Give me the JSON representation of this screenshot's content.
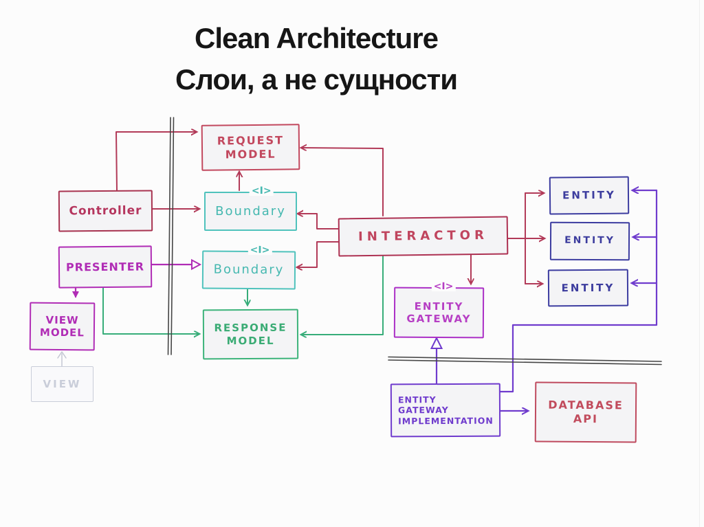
{
  "slide": {
    "title_line1": "Clean Architecture",
    "title_line2": "Слои, а не сущности"
  },
  "diagram": {
    "interface_marker": "<I>",
    "nodes": {
      "request_model": {
        "label": "REQUEST\nMODEL"
      },
      "controller": {
        "label": "Controller"
      },
      "boundary_top": {
        "label": "Boundary"
      },
      "boundary_bottom": {
        "label": "Boundary"
      },
      "presenter": {
        "label": "PRESENTER"
      },
      "view_model": {
        "label": "VIEW\nMODEL"
      },
      "view": {
        "label": "VIEW"
      },
      "response_model": {
        "label": "RESPONSE\nMODEL"
      },
      "interactor": {
        "label": "INTERACTOR"
      },
      "entity_gateway": {
        "label": "ENTITY\nGATEWAY"
      },
      "entity_1": {
        "label": "ENTITY"
      },
      "entity_2": {
        "label": "ENTITY"
      },
      "entity_3": {
        "label": "ENTITY"
      },
      "entity_gateway_implementation": {
        "label": "ENTITY\nGATEWAY\nIMPLEMENTATION"
      },
      "database_api": {
        "label": "DATABASE\nAPI"
      }
    },
    "colors": {
      "crimson": "#b23a58",
      "teal": "#4fc2bc",
      "green": "#37ad79",
      "magenta": "#b02cb5",
      "navy": "#3c3ca0",
      "purple": "#6f3bcd",
      "gateway_magenta": "#ab2fc6",
      "database_red": "#bf4a5e",
      "view_gray": "#c9cdd9",
      "barrier_black": "#454545"
    }
  }
}
